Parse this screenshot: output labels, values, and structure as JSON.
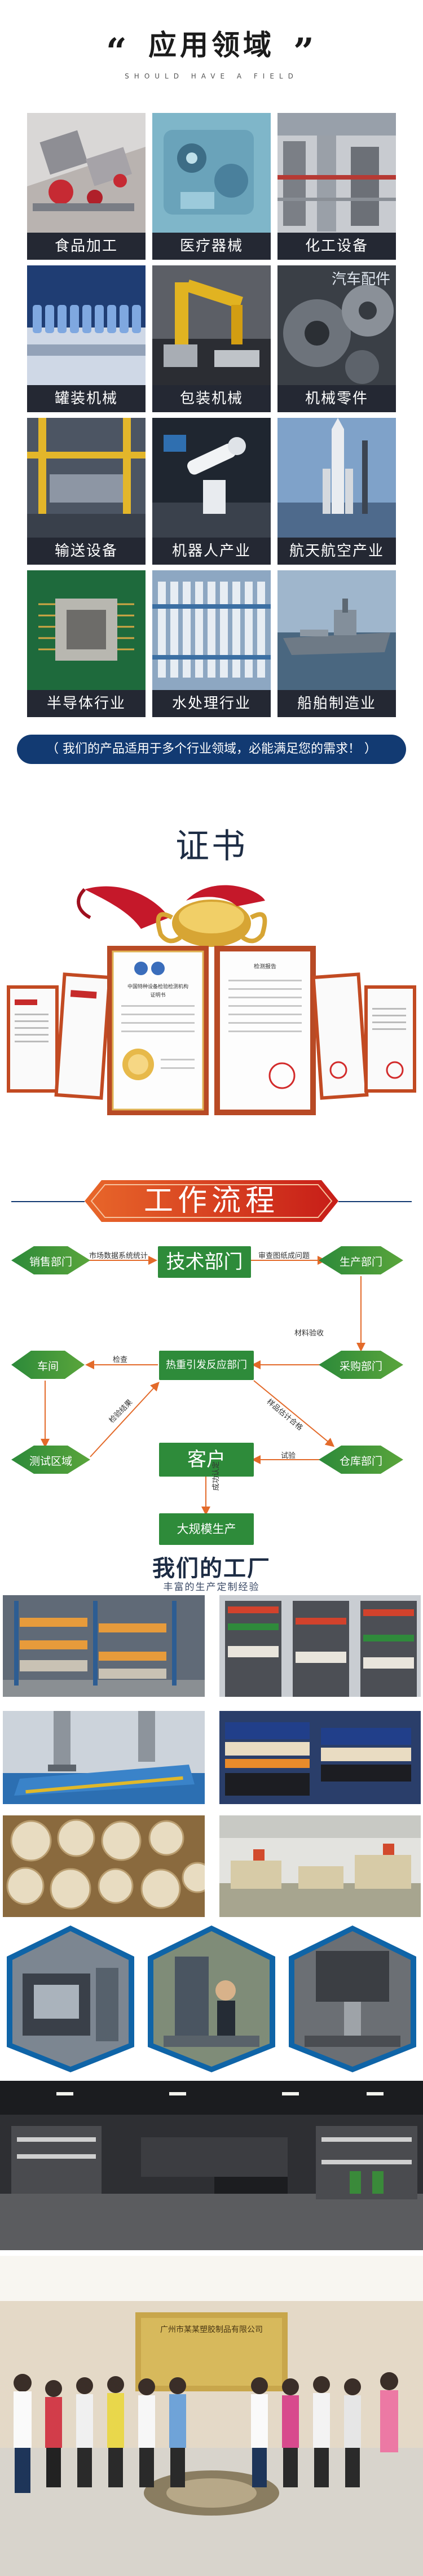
{
  "applications": {
    "title": "应用领域",
    "open_quote": "“",
    "close_quote": "”",
    "subtitle": "SHOULD HAVE A FIELD",
    "tiles": [
      {
        "label": "食品加工"
      },
      {
        "label": "医疗器械"
      },
      {
        "label": "化工设备"
      },
      {
        "label": "罐装机械"
      },
      {
        "label": "包装机械"
      },
      {
        "label": "机械零件",
        "overlay": "汽车配件"
      },
      {
        "label": "输送设备"
      },
      {
        "label": "机器人产业"
      },
      {
        "label": "航天航空产业"
      },
      {
        "label": "半导体行业"
      },
      {
        "label": "水处理行业"
      },
      {
        "label": "船舶制造业"
      }
    ],
    "notice": "（ 我们的产品适用于多个行业领域，必能满足您的需求！ ）"
  },
  "certificates": {
    "title": "证书",
    "cert_texts": {
      "center_left_head": "中国特种设备检验检测机构",
      "center_left_sub": "证明书",
      "center_right_head": "检测报告"
    }
  },
  "workflow": {
    "title": "工作流程",
    "nodes": {
      "sales": "销售部门",
      "tech": "技术部门",
      "production": "生产部门",
      "workshop": "车间",
      "hotpress": "热重引发反应部门",
      "purchase": "采购部门",
      "testing": "测试区域",
      "customer": "客户",
      "warehouse": "仓库部门",
      "mass": "大规模生产"
    },
    "notes": {
      "sales_tech": "市场数据系统统计",
      "tech_prod": "审查图纸成问题",
      "prod_purchase": "材料验收",
      "hotpress_workshop": "检查",
      "hotpress_testing": "检验结果",
      "hotpress_warehouse": "样品估计合格",
      "customer_warehouse": "试验",
      "customer_mass": "成功认定"
    }
  },
  "factory": {
    "title": "我们的工厂",
    "subtitle": "丰富的生产定制经验",
    "wall_sign": "广州市某某塑胶制品有限公司"
  }
}
